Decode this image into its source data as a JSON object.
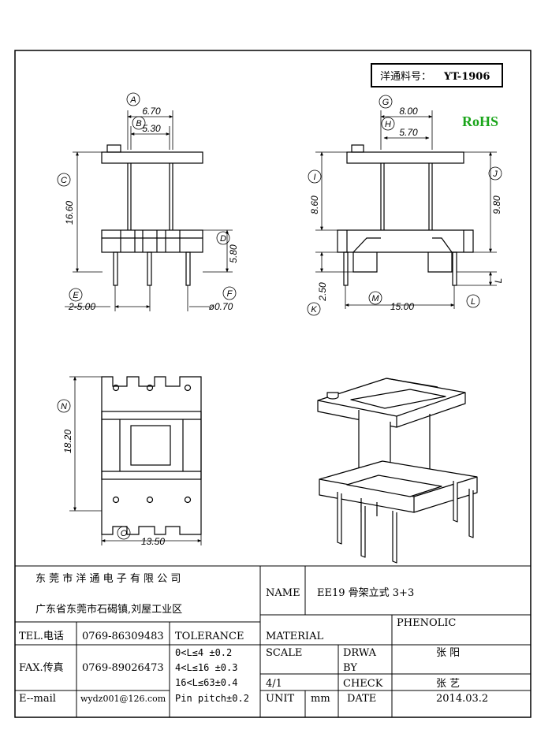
{
  "header": {
    "part_label": "洋通料号：",
    "part_number": "YT-1906",
    "rohs": "RoHS"
  },
  "colors": {
    "rohs": "#1aa51a",
    "line": "#000000",
    "hidden": "#000000"
  },
  "dimensions": {
    "front": {
      "a_val": "6.70",
      "b_val": "5.30",
      "c_val": "16.60",
      "d_val": "5.80",
      "e_val": "2-5.00",
      "f_val": "ø0.70",
      "a": "A",
      "b": "B",
      "c": "C",
      "d": "D",
      "e": "E",
      "f": "F"
    },
    "side": {
      "g_val": "8.00",
      "h_val": "5.70",
      "i_val": "8.60",
      "j_val": "9.80",
      "k_val": "2.50",
      "m_val": "15.00",
      "l_label": "L",
      "g": "G",
      "h": "H",
      "i": "I",
      "j": "J",
      "k": "K",
      "m": "M",
      "l": "L"
    },
    "top": {
      "n_val": "18.20",
      "o_val": "13.50",
      "n": "N",
      "o": "O"
    }
  },
  "title_block": {
    "company_name": "东 莞 市 洋 通 电 子 有 限 公 司",
    "company_address": "广东省东莞市石碣镇,刘屋工业区",
    "name_label": "NAME",
    "name_value": "EE19 骨架立式 3+3",
    "tel_label": "TEL.电话",
    "tel_value": "0769-86309483",
    "tolerance_label": "TOLERANCE",
    "material_label": "MATERIAL",
    "material_value": "PHENOLIC",
    "fax_label": "FAX.传真",
    "fax_value": "0769-89026473",
    "tol_1": "0<L≤4   ±0.2",
    "tol_2": "4<L≤16  ±0.3",
    "tol_3": "16<L≤63±0.4",
    "tol_4": "Pin pitch±0.2",
    "scale_label": "SCALE",
    "scale_value": "4/1",
    "drawn_by_label_1": "DRWA",
    "drawn_by_label_2": "BY",
    "drawn_by_value": "张  阳",
    "check_label": "CHECK",
    "check_value": "张  艺",
    "email_label": "E--mail",
    "email_value": "wydz001@126.com",
    "unit_label": "UNIT",
    "unit_value": "mm",
    "date_label": "DATE",
    "date_value": "2014.03.2"
  }
}
